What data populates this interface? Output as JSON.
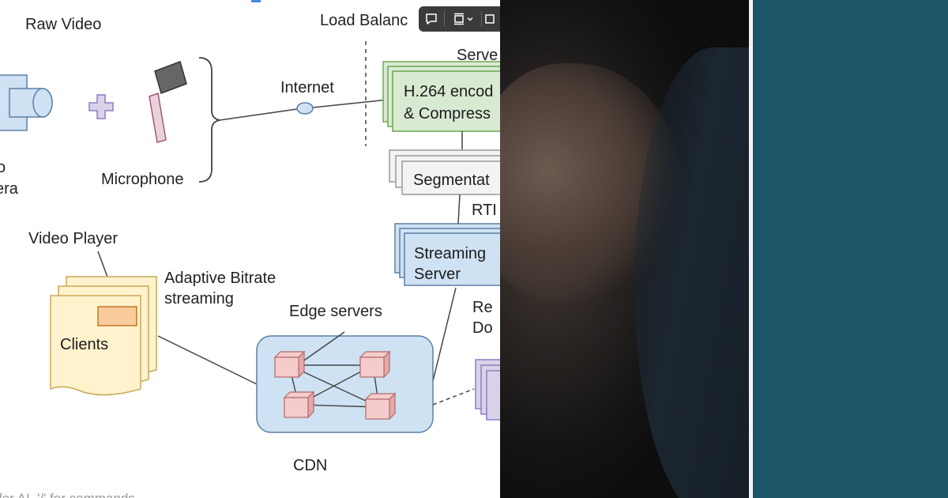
{
  "diagram": {
    "raw_video": "Raw Video",
    "camera_line1": "o",
    "camera_line2": "era",
    "microphone": "Microphone",
    "internet": "Internet",
    "load_balancer": "Load Balanc",
    "server_header": "Serve",
    "encoder_line1": "H.264 encod",
    "encoder_line2": "& Compress",
    "segmentation": "Segmentat",
    "rtmp": "RTI",
    "streaming_line1": "Streaming",
    "streaming_line2": "Server",
    "video_player": "Video Player",
    "adaptive_line1": "Adaptive Bitrate",
    "adaptive_line2": "streaming",
    "clients": "Clients",
    "edge_servers": "Edge servers",
    "cdn": "CDN",
    "replicate_line1": "Re",
    "replicate_line2": "Do",
    "footer_hint": "for AI, '/' for commands"
  },
  "colors": {
    "camera_fill": "#cfe2f3",
    "plus": "#b4a7d6",
    "mic_head": "#666666",
    "mic_handle": "#ead1dc",
    "encoder_fill": "#d9ead3",
    "encoder_stroke": "#6aa84f",
    "segment_fill": "#f3f3f3",
    "streaming_fill": "#cfe2f3",
    "clients_fill": "#fff2cc",
    "player_fill": "#f9cb9c",
    "cdn_fill": "#cfe2f3",
    "edge_fill": "#f4cccc",
    "teal": "#1b5567"
  },
  "toolbar": {
    "comment_icon": "comment-icon",
    "frame_icon": "frame-icon",
    "chevron_icon": "chevron-down-icon"
  }
}
